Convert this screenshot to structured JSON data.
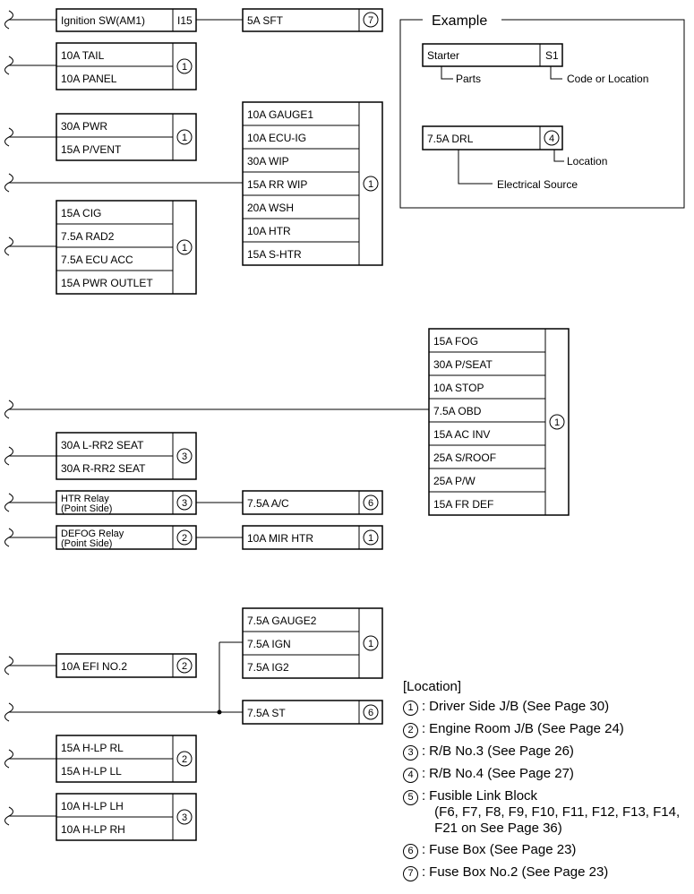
{
  "rows": [
    {
      "id": "r1",
      "source": {
        "label": "Ignition SW(AM1)",
        "code": "I15",
        "rows": [
          "Ignition SW(AM1)"
        ]
      },
      "dest": {
        "label": "5A SFT",
        "loc": "7"
      }
    },
    {
      "id": "r2",
      "source": {
        "rows": [
          "10A TAIL",
          "10A PANEL"
        ],
        "loc": "1"
      }
    },
    {
      "id": "r3",
      "source": {
        "rows": [
          "30A PWR",
          "15A P/VENT"
        ],
        "loc": "1"
      }
    },
    {
      "id": "r4",
      "dest": {
        "rows": [
          "10A GAUGE1",
          "10A ECU-IG",
          "30A WIP",
          "15A RR WIP",
          "20A WSH",
          "10A HTR",
          "15A S-HTR"
        ],
        "loc": "1"
      }
    },
    {
      "id": "r5",
      "source": {
        "rows": [
          "15A CIG",
          "7.5A RAD2",
          "7.5A ECU ACC",
          "15A PWR OUTLET"
        ],
        "loc": "1"
      }
    },
    {
      "id": "r6",
      "dest": {
        "rows": [
          "15A FOG",
          "30A P/SEAT",
          "10A STOP",
          "7.5A OBD",
          "15A AC INV",
          "25A S/ROOF",
          "25A P/W",
          "15A FR DEF"
        ],
        "loc": "1"
      }
    },
    {
      "id": "r7",
      "source": {
        "rows": [
          "30A L-RR2 SEAT",
          "30A R-RR2 SEAT"
        ],
        "loc": "3"
      }
    },
    {
      "id": "r8",
      "source": {
        "rows": [
          "HTR Relay",
          "(Point Side)"
        ],
        "loc": "3"
      },
      "dest": {
        "label": "7.5A A/C",
        "loc": "6"
      }
    },
    {
      "id": "r9",
      "source": {
        "rows": [
          "DEFOG Relay",
          "(Point Side)"
        ],
        "loc": "2"
      },
      "dest": {
        "label": "10A MIR HTR",
        "loc": "1"
      }
    },
    {
      "id": "r10",
      "dest": {
        "rows": [
          "7.5A GAUGE2",
          "7.5A IGN",
          "7.5A IG2"
        ],
        "loc": "1"
      }
    },
    {
      "id": "r11",
      "source": {
        "rows": [
          "10A EFI NO.2"
        ],
        "loc": "2"
      }
    },
    {
      "id": "r12",
      "dest": {
        "label": "7.5A ST",
        "loc": "6"
      }
    },
    {
      "id": "r13",
      "source": {
        "rows": [
          "15A H-LP RL",
          "15A H-LP LL"
        ],
        "loc": "2"
      }
    },
    {
      "id": "r14",
      "source": {
        "rows": [
          "10A H-LP LH",
          "10A H-LP RH"
        ],
        "loc": "3"
      }
    }
  ],
  "example": {
    "title": "Example",
    "parts_label": "Starter",
    "code_label": "S1",
    "parts_caption": "Parts",
    "code_caption": "Code or Location",
    "source_label": "7.5A DRL",
    "source_loc": "4",
    "location_caption": "Location",
    "source_caption": "Electrical Source"
  },
  "location": {
    "title": "[Location]",
    "items": [
      {
        "num": "1",
        "text": "Driver Side J/B (See Page 30)"
      },
      {
        "num": "2",
        "text": "Engine Room J/B (See Page 24)"
      },
      {
        "num": "3",
        "text": "R/B No.3 (See Page 26)"
      },
      {
        "num": "4",
        "text": "R/B No.4 (See Page 27)"
      },
      {
        "num": "5",
        "text": "Fusible Link Block",
        "detail": "(F6, F7, F8, F9, F10, F11, F12, F13, F14, F21 on See Page 36)"
      },
      {
        "num": "6",
        "text": "Fuse Box (See Page 23)"
      },
      {
        "num": "7",
        "text": "Fuse Box No.2 (See Page 23)"
      }
    ]
  }
}
